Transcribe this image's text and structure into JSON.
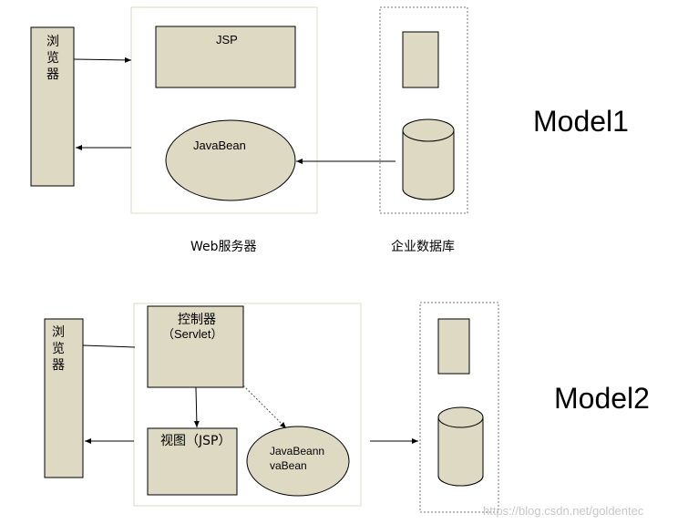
{
  "model1": {
    "title": "Model1",
    "browser_label": [
      "浏",
      "览",
      "器"
    ],
    "jsp_label": "JSP",
    "javabean_label": "JavaBean",
    "web_server_label": "Web服务器",
    "database_label": "企业数据库"
  },
  "model2": {
    "title": "Model2",
    "browser_label": [
      "浏",
      "览",
      "器"
    ],
    "controller_label": "控制器",
    "controller_sub": "（Servlet）",
    "view_label": "视图（JSP）",
    "javabean_line1": "JavaBeann",
    "javabean_line2": "vaBean"
  },
  "watermark": "https://blog.csdn.net/goldentec",
  "colors": {
    "box_fill": "#ddd9c3",
    "container_border": "#d7dcc4"
  }
}
